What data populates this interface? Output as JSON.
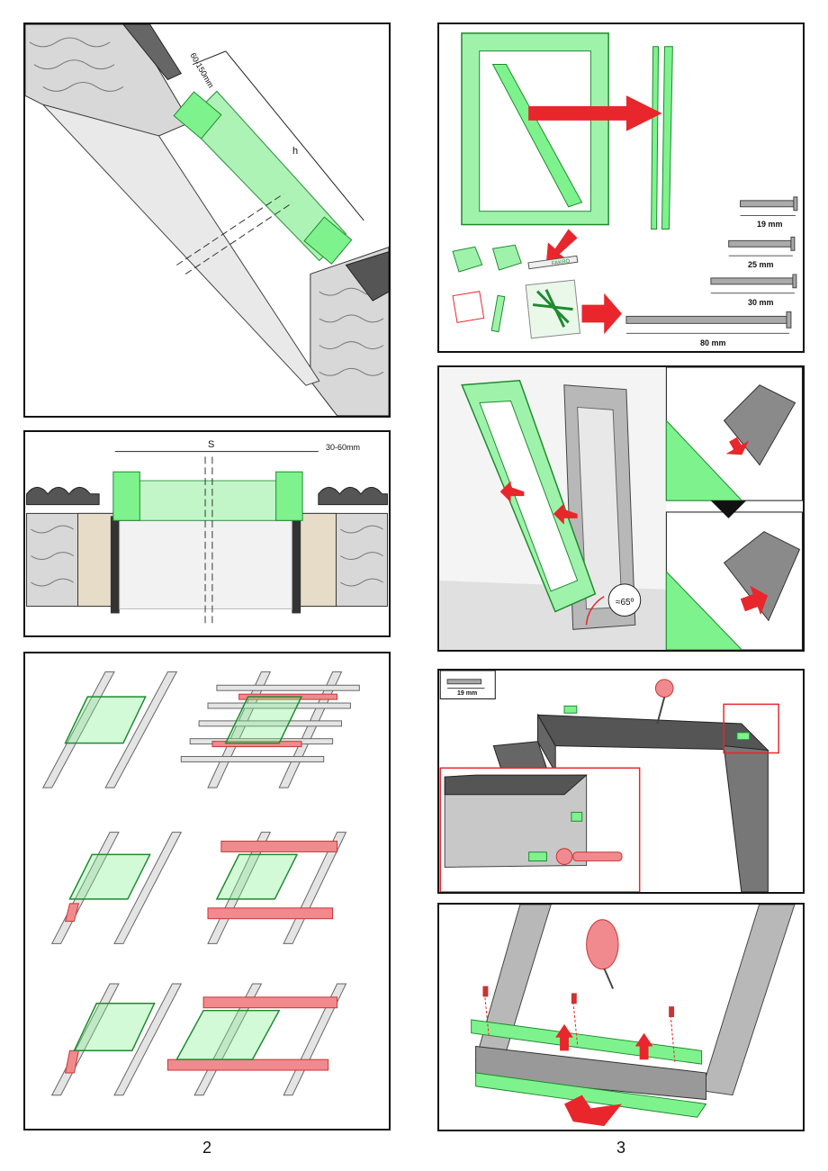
{
  "page_numbers": {
    "left": "2",
    "right": "3"
  },
  "roof_section": {
    "dim_top": "60-150mm",
    "dim_length": "h"
  },
  "cross_section": {
    "dim_span": "S",
    "dim_offset": "30-60mm"
  },
  "parts": {
    "screw_19": "19 mm",
    "screw_25": "25 mm",
    "screw_30": "30 mm",
    "screw_80": "80 mm",
    "pencil_brand": "FAKRO"
  },
  "tilt": {
    "angle": "≈65º"
  },
  "screw_callout": {
    "label": "19 mm"
  },
  "colors": {
    "accent_green": "#7ef28d",
    "accent_red": "#e8262c",
    "grey": "#8a8a8a"
  }
}
